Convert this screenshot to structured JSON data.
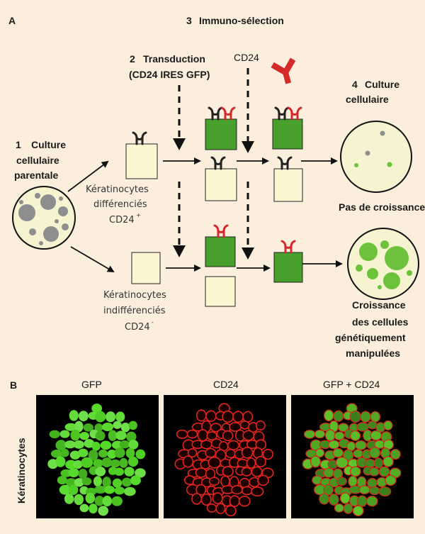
{
  "panel_a": {
    "label": "A",
    "step1": {
      "num": "1",
      "lines": [
        "Culture",
        "cellulaire",
        "parentale"
      ]
    },
    "step2": {
      "num": "2",
      "line1": "Transduction",
      "line2": "(CD24 IRES GFP)"
    },
    "step3": {
      "num": "3",
      "text": "Immuno-sélection"
    },
    "step4": {
      "num": "4",
      "lines": [
        "Culture",
        "cellulaire"
      ]
    },
    "cd24_label": "CD24",
    "diff_cells": [
      "Kératinocytes",
      "différenciés",
      "CD24",
      "+"
    ],
    "undiff_cells": [
      "Kératinocytes",
      "indifférenciés",
      "CD24",
      "-"
    ],
    "no_growth": "Pas de croissance",
    "growth": [
      "Croissance",
      "des cellules",
      "génétiquement",
      "manipulées"
    ]
  },
  "panel_b": {
    "label": "B",
    "row_label": "Kératinocytes",
    "images": [
      {
        "title": "GFP",
        "stain": "green"
      },
      {
        "title": "CD24",
        "stain": "red"
      },
      {
        "title": "GFP + CD24",
        "stain": "merge"
      }
    ]
  },
  "colors": {
    "background": "#fbeedd",
    "cell_cream": "#fdf6d3",
    "cell_green": "#47a02c",
    "antibody_red": "#d42a2a",
    "receptor_dark": "#222222",
    "colony_fill": "#f5f3d0",
    "colony_cells_gray": "#8e8e8e",
    "colony_cells_green": "#6cc23a"
  },
  "icons": [
    "arrow-right-icon",
    "arrow-down-dashed-icon",
    "antibody-icon",
    "receptor-icon"
  ]
}
